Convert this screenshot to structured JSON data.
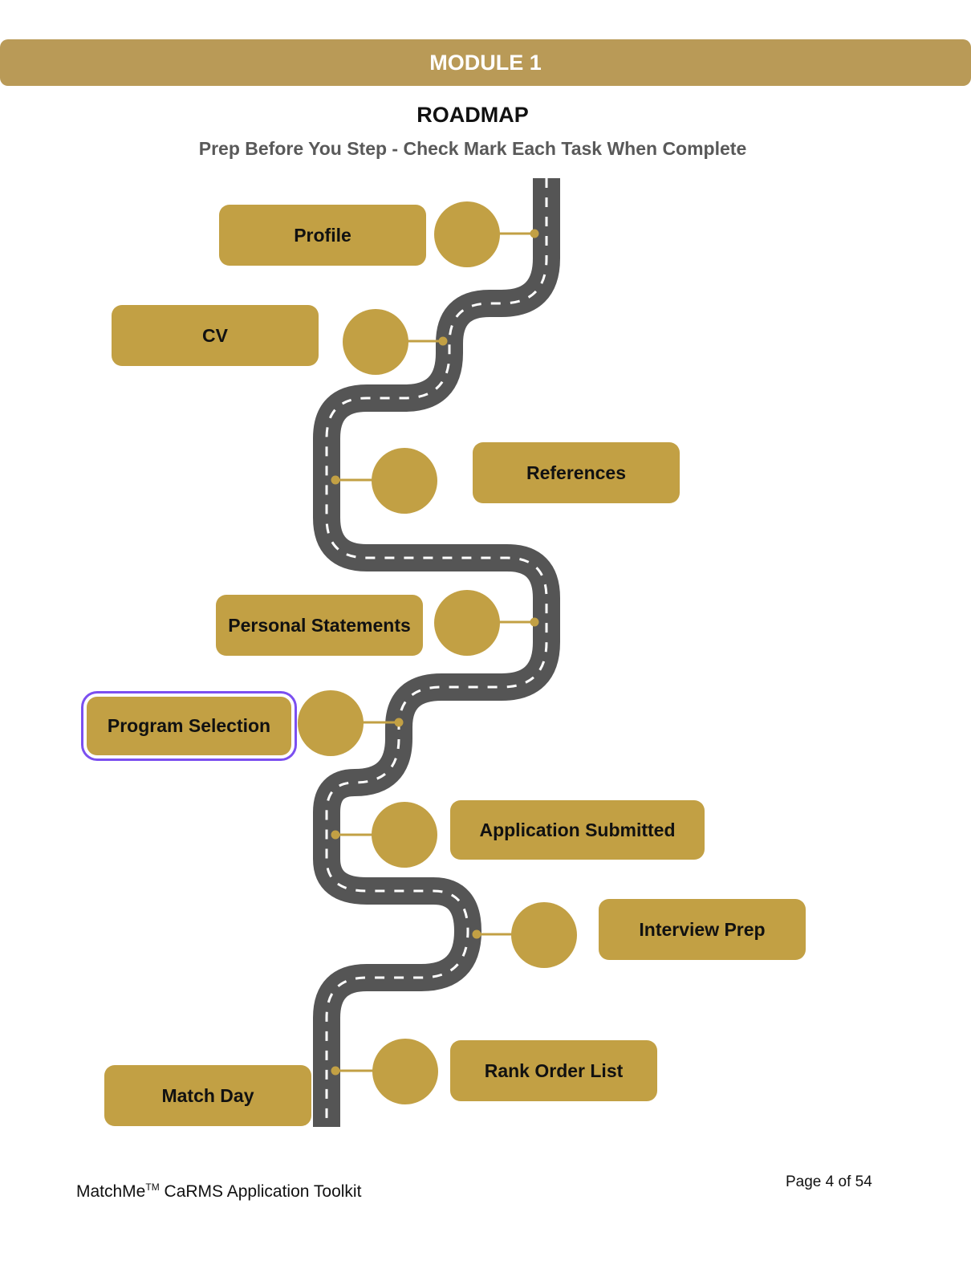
{
  "header": {
    "module_label": "MODULE 1",
    "title": "ROADMAP",
    "subtitle": "Prep Before You Step - Check Mark Each Task When Complete"
  },
  "colors": {
    "banner": "#b99a57",
    "task_fill": "#c2a044",
    "road": "#555555",
    "road_dash": "#ffffff",
    "connector": "#c2a044",
    "selection_outline": "#7b4ff0"
  },
  "tasks": [
    {
      "label": "Profile",
      "checked": false
    },
    {
      "label": "CV",
      "checked": false
    },
    {
      "label": "References",
      "checked": false
    },
    {
      "label": "Personal Statements",
      "checked": false
    },
    {
      "label": "Program Selection",
      "checked": false
    },
    {
      "label": "Application Submitted",
      "checked": false
    },
    {
      "label": "Interview Prep",
      "checked": false
    },
    {
      "label": "Rank Order List",
      "checked": false
    },
    {
      "label": "Match Day",
      "checked": false
    }
  ],
  "footer": {
    "brand": "MatchMe",
    "trademark": "TM",
    "product": " CaRMS Application Toolkit",
    "page_label": "Page 4 of 54"
  }
}
